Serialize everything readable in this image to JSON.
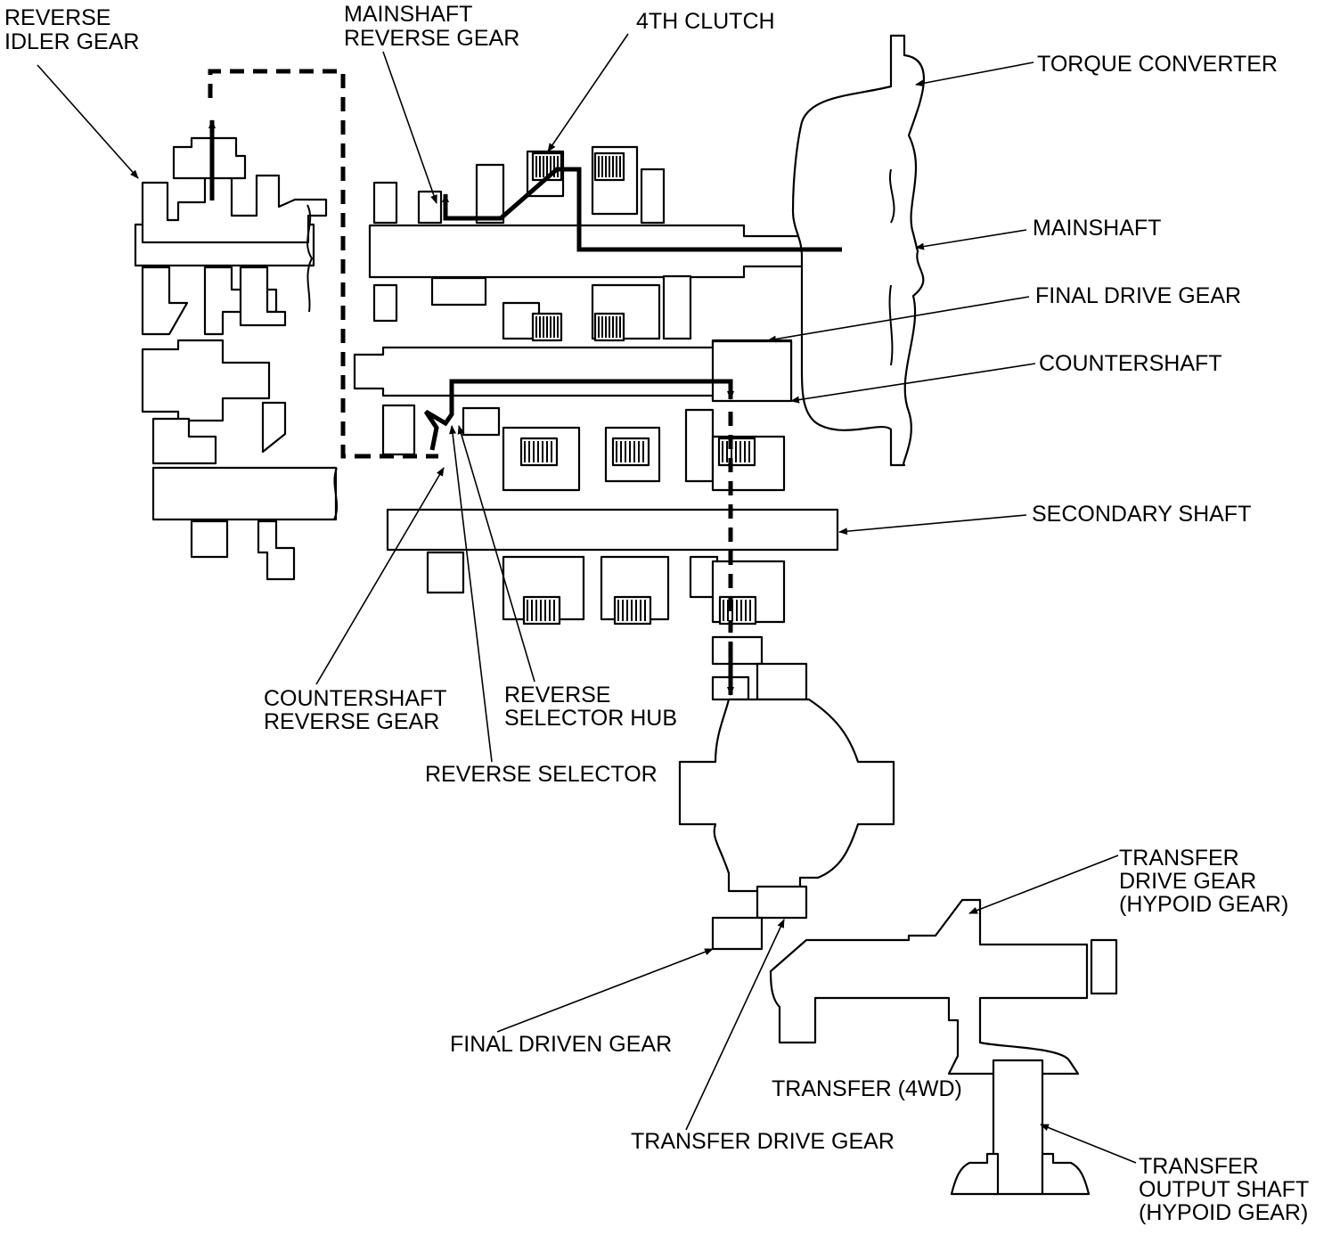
{
  "labels": {
    "reverse_idler_gear": [
      "REVERSE",
      "IDLER GEAR"
    ],
    "mainshaft_reverse_gear": [
      "MAINSHAFT",
      "REVERSE GEAR"
    ],
    "fourth_clutch": "4TH CLUTCH",
    "torque_converter": "TORQUE CONVERTER",
    "mainshaft": "MAINSHAFT",
    "final_drive_gear": "FINAL DRIVE GEAR",
    "countershaft": "COUNTERSHAFT",
    "secondary_shaft": "SECONDARY SHAFT",
    "countershaft_reverse_gear": [
      "COUNTERSHAFT",
      "REVERSE GEAR"
    ],
    "reverse_selector_hub": [
      "REVERSE",
      "SELECTOR HUB"
    ],
    "reverse_selector": "REVERSE SELECTOR",
    "transfer_drive_gear_hypoid": [
      "TRANSFER",
      "DRIVE GEAR",
      "(HYPOID GEAR)"
    ],
    "final_driven_gear": "FINAL DRIVEN GEAR",
    "transfer_4wd": "TRANSFER (4WD)",
    "transfer_drive_gear": "TRANSFER DRIVE GEAR",
    "transfer_output_shaft": [
      "TRANSFER",
      "OUTPUT SHAFT",
      "(HYPOID GEAR)"
    ]
  }
}
